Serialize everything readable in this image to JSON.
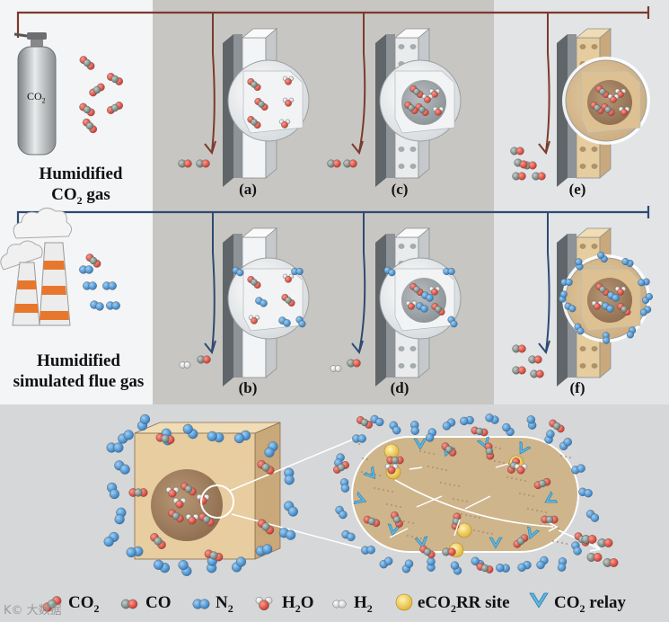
{
  "cylinder_label": "CO",
  "cylinder_sub": "2",
  "gas_top": {
    "line1": "Humidified",
    "line2a": "CO",
    "line2sub": "2",
    "line2b": " gas"
  },
  "gas_bottom": {
    "line1": "Humidified",
    "line2": "simulated flue gas"
  },
  "panels": {
    "a": "(a)",
    "b": "(b)",
    "c": "(c)",
    "d": "(d)",
    "e": "(e)",
    "f": "(f)"
  },
  "legend": {
    "co2": "CO",
    "co2_sub": "2",
    "co": "CO",
    "n2": "N",
    "n2_sub": "2",
    "h2o_a": "H",
    "h2o_sub": "2",
    "h2o_b": "O",
    "h2": "H",
    "h2_sub": "2",
    "site_a": "eCO",
    "site_sub": "2",
    "site_b": "RR site",
    "relay_a": "CO",
    "relay_sub": "2",
    "relay_b": " relay"
  },
  "watermark": "K© 大数据",
  "colors": {
    "red_line": "#7a3b2c",
    "blue_line": "#2e4a72",
    "oxygen": "#d9473a",
    "carbon": "#7d8b86",
    "nitrogen": "#3f8fd3",
    "hydrogen": "#ffffff",
    "tan": "#e8cfa3",
    "site": "#f1cf4f",
    "relay": "#5ab7e4"
  }
}
